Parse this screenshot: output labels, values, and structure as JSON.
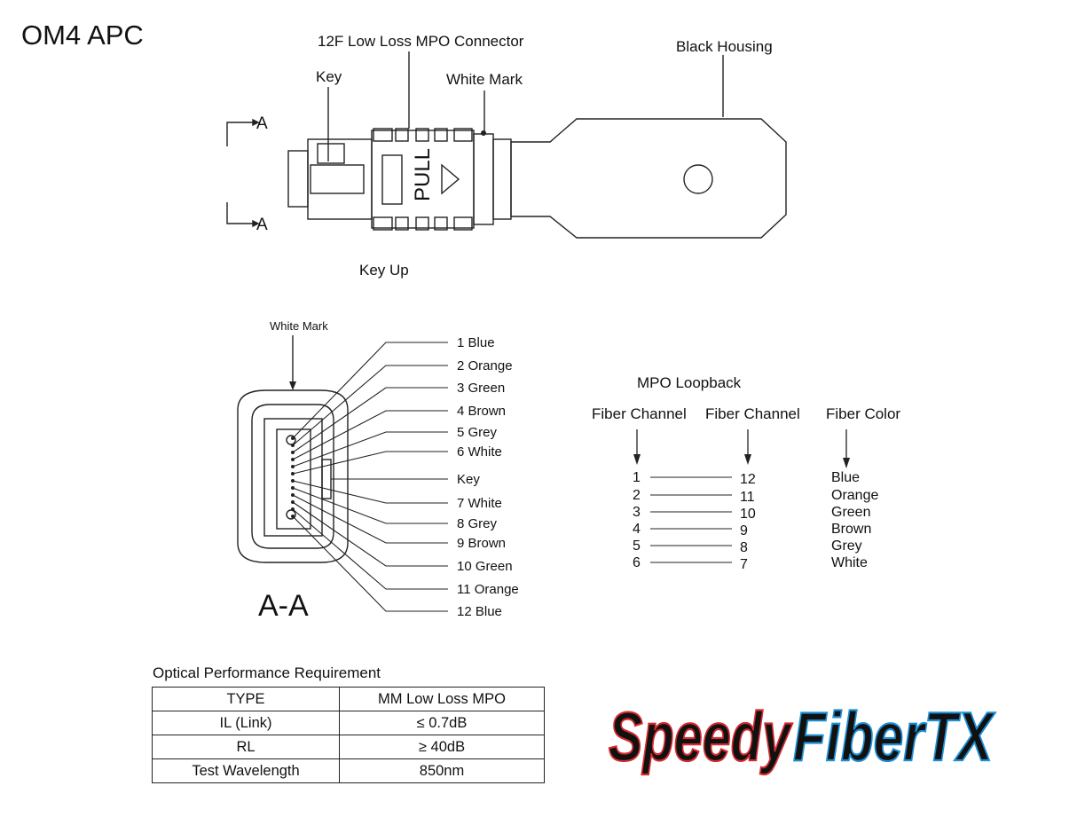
{
  "title": "OM4 APC",
  "connector": {
    "labels": {
      "connector": "12F Low Loss MPO Connector",
      "key": "Key",
      "white_mark": "White Mark",
      "black_housing": "Black Housing",
      "pull": "PULL",
      "key_up": "Key Up",
      "section_a": "A"
    }
  },
  "section": {
    "title": "A-A",
    "white_mark": "White Mark",
    "fibers": [
      "1 Blue",
      "2 Orange",
      "3 Green",
      "4 Brown",
      "5 Grey",
      "6 White",
      "Key",
      "7 White",
      "8 Grey",
      "9 Brown",
      "10 Green",
      "11 Orange",
      "12 Blue"
    ]
  },
  "loopback": {
    "title": "MPO Loopback",
    "headers": [
      "Fiber Channel",
      "Fiber Channel",
      "Fiber Color"
    ],
    "pairs": [
      {
        "left": "1",
        "right": "12",
        "color": "Blue"
      },
      {
        "left": "2",
        "right": "11",
        "color": "Orange"
      },
      {
        "left": "3",
        "right": "10",
        "color": "Green"
      },
      {
        "left": "4",
        "right": "9",
        "color": "Brown"
      },
      {
        "left": "5",
        "right": "8",
        "color": "Grey"
      },
      {
        "left": "6",
        "right": "7",
        "color": "White"
      }
    ]
  },
  "performance": {
    "title": "Optical Performance Requirement",
    "rows": [
      [
        "TYPE",
        "MM Low Loss MPO"
      ],
      [
        "IL (Link)",
        "≤ 0.7dB"
      ],
      [
        "RL",
        "≥ 40dB"
      ],
      [
        "Test Wavelength",
        "850nm"
      ]
    ]
  },
  "logo": {
    "part1": "Speedy",
    "part2": "FiberTX",
    "color1": "#d62b2e",
    "color2": "#1d8fd6"
  }
}
